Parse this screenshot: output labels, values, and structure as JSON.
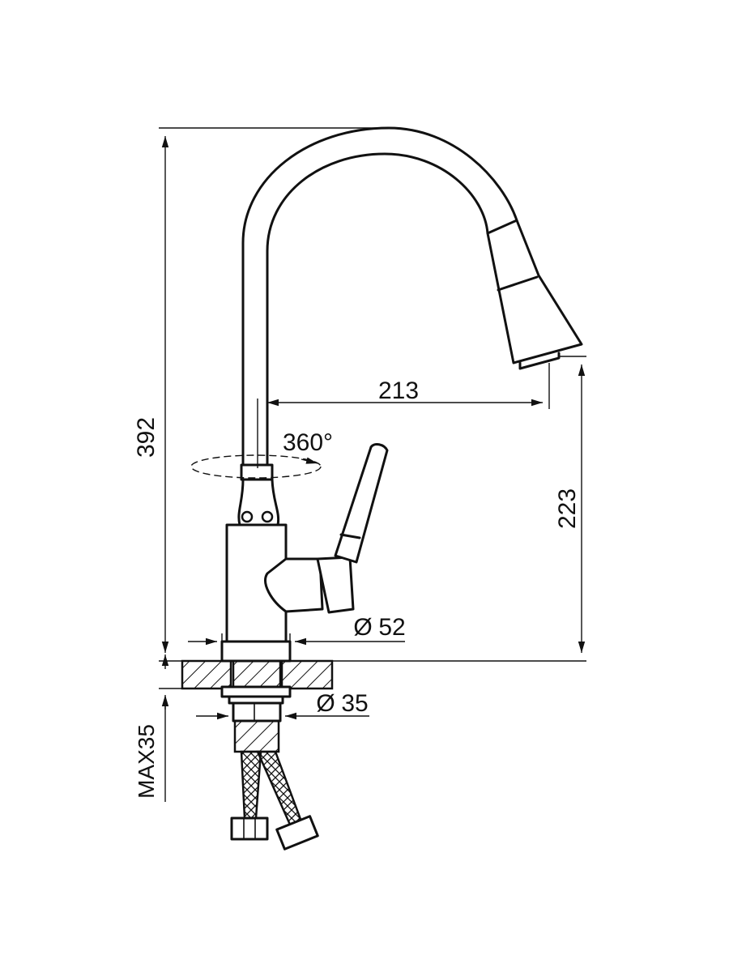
{
  "dimensions": {
    "total_height": "392",
    "spout_reach": "213",
    "spout_height": "223",
    "rotation": "360°",
    "base_diameter": "52",
    "mount_diameter": "35",
    "max_deck": "MAX35"
  },
  "symbols": {
    "diameter": "Ø"
  },
  "colors": {
    "line": "#111111",
    "background": "#ffffff"
  }
}
